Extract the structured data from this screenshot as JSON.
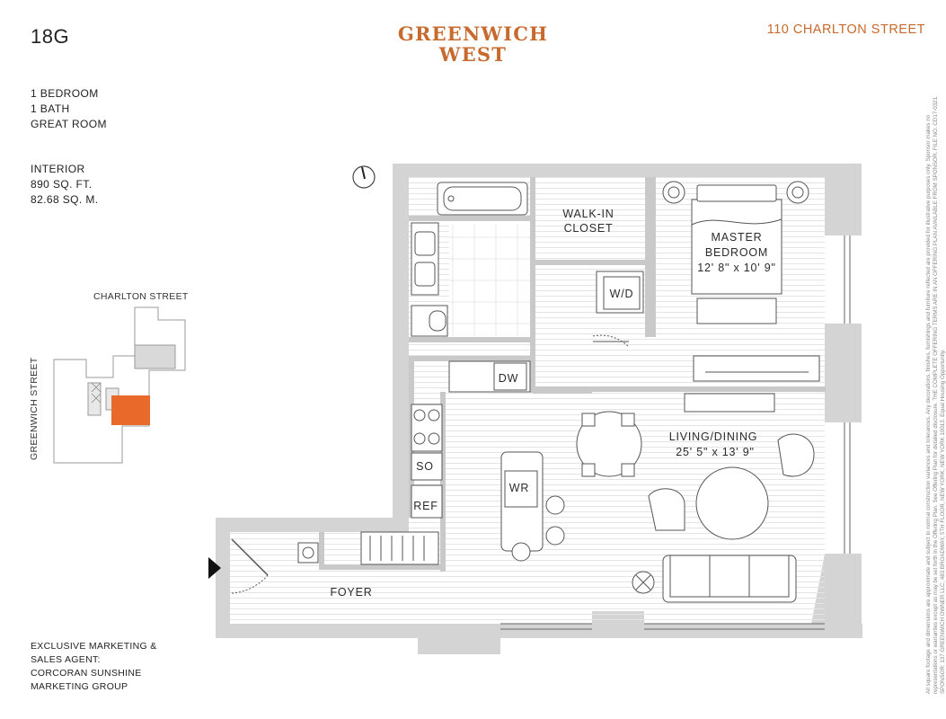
{
  "unit": {
    "id": "18G"
  },
  "brand": {
    "line1": "GREENWICH",
    "line2": "WEST",
    "color": "#c8692d"
  },
  "address": "110 CHARLTON STREET",
  "specs": {
    "bedrooms": "1 BEDROOM",
    "baths": "1 BATH",
    "feature": "GREAT ROOM"
  },
  "area": {
    "label": "INTERIOR",
    "sqft": "890 SQ. FT.",
    "sqm": "82.68 SQ. M."
  },
  "key_plan": {
    "street_top": "CHARLTON STREET",
    "street_left": "GREENWICH STREET",
    "highlight_color": "#e8692a",
    "building_color": "#cfcfcf"
  },
  "rooms": {
    "walk_in_line1": "WALK-IN",
    "walk_in_line2": "CLOSET",
    "master_line1": "MASTER",
    "master_line2": "BEDROOM",
    "master_dims": "12' 8\" x 10' 9\"",
    "wd": "W/D",
    "dw": "DW",
    "living": "LIVING/DINING",
    "living_dims": "25' 5\" x 13' 9\"",
    "wr": "WR",
    "so": "SO",
    "ref": "REF",
    "foyer": "FOYER"
  },
  "agent": {
    "line1": "EXCLUSIVE MARKETING &",
    "line2": "SALES AGENT:",
    "line3": "CORCORAN SUNSHINE",
    "line4": "MARKETING GROUP"
  },
  "disclaimer": "All square footage and dimensions are approximate and subject to normal construction variances and tolerances. Any decorations, finishes, furnishings and furniture reflected are provided for illustrative purposes only. Sponsor makes no representations or warranties except as may be set forth in the Offering Plan. See Offering Plan for detailed disclosure. THE COMPLETE OFFERING TERMS ARE IN AN OFFERING PLAN AVAILABLE FROM SPONSOR. FILE NO. CD17-0321. SPONSOR: 137 GREENWICH OWNER LLC, 483 BROADWAY, 5TH FLOOR, NEW YORK, NEW YORK 10013. Equal Housing Opportunity.",
  "colors": {
    "wall": "#d4d4d4",
    "floor_line": "#e6e6e6",
    "stroke": "#444444"
  }
}
